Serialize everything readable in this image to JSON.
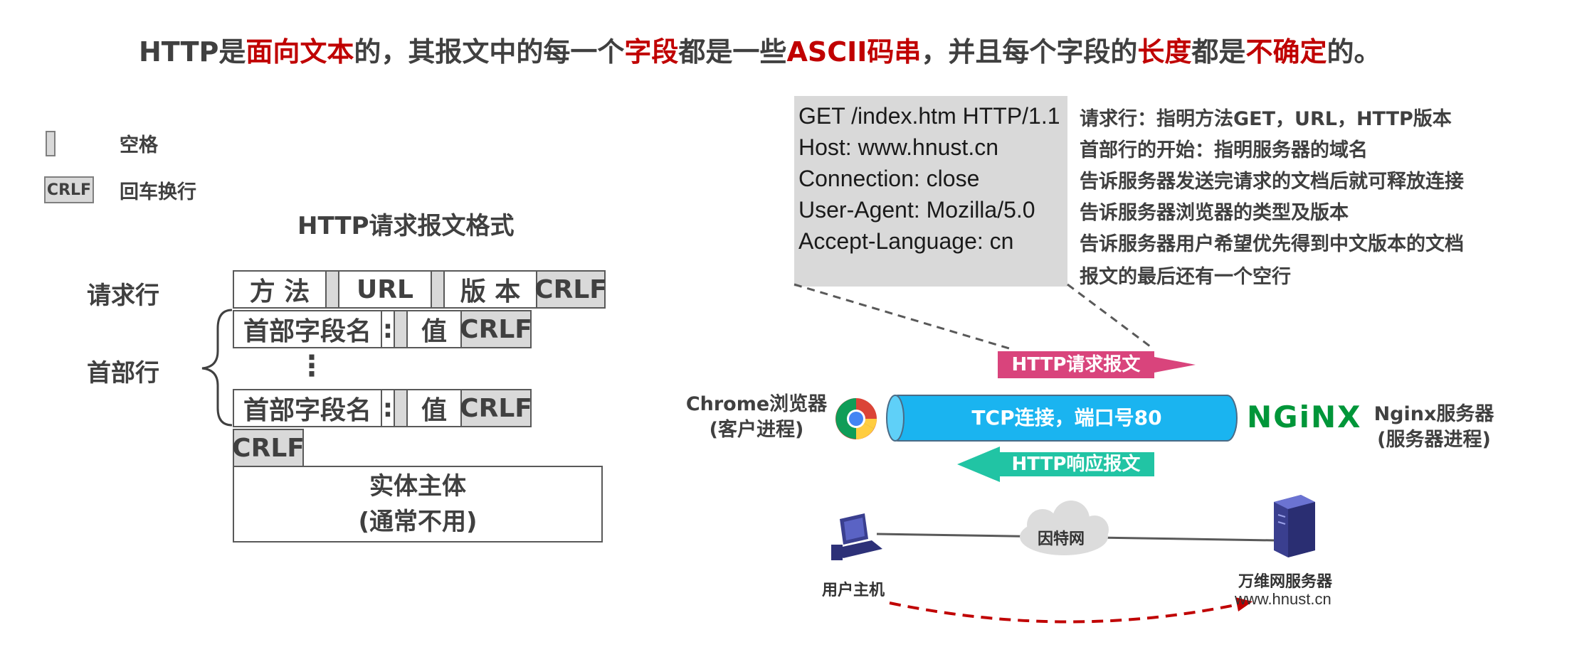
{
  "headline": {
    "p1": "HTTP是",
    "h1": "面向文本",
    "p2": "的，其报文中的每一个",
    "h2": "字段",
    "p3": "都是一些",
    "h3": "ASCII码串",
    "p4": "，并且每个字段的",
    "h4": "长度",
    "p5": "都是",
    "h5": "不确定",
    "p6": "的。"
  },
  "legend": {
    "space_label": "空格",
    "crlf_box": "CRLF",
    "crlf_label": "回车换行"
  },
  "format": {
    "title": "HTTP请求报文格式",
    "request_line_label": "请求行",
    "header_lines_label": "首部行",
    "method": "方  法",
    "url": "URL",
    "version": "版  本",
    "crlf": "CRLF",
    "header_name": "首部字段名",
    "colon": ":",
    "value": "值",
    "vdots": "⋮",
    "entity_line1": "实体主体",
    "entity_line2": "(通常不用)"
  },
  "request": {
    "lines": [
      "GET /index.htm HTTP/1.1",
      "Host: www.hnust.cn",
      "Connection: close",
      "User-Agent:  Mozilla/5.0",
      "Accept-Language: cn"
    ],
    "notes": [
      "请求行：指明方法GET，URL，HTTP版本",
      "首部行的开始：指明服务器的域名",
      "告诉服务器发送完请求的文档后就可释放连接",
      "告诉服务器浏览器的类型及版本",
      "告诉服务器用户希望优先得到中文版本的文档",
      "报文的最后还有一个空行"
    ]
  },
  "network": {
    "http_request": "HTTP请求报文",
    "http_response": "HTTP响应报文",
    "tcp": "TCP连接，端口号80",
    "client_name": "Chrome浏览器",
    "client_role": "(客户进程)",
    "server_name": "Nginx服务器",
    "server_role": "(服务器进程)",
    "nginx_logo": "NGiNX",
    "internet": "因特网",
    "user_host": "用户主机",
    "web_server": "万维网服务器",
    "web_server_domain": "www.hnust.cn"
  },
  "colors": {
    "highlight": "#c00000",
    "request_arrow": "#d9447c",
    "response_arrow": "#21c4a4",
    "tcp_pipe": "#1ab4f0",
    "nginx_green": "#009639"
  }
}
